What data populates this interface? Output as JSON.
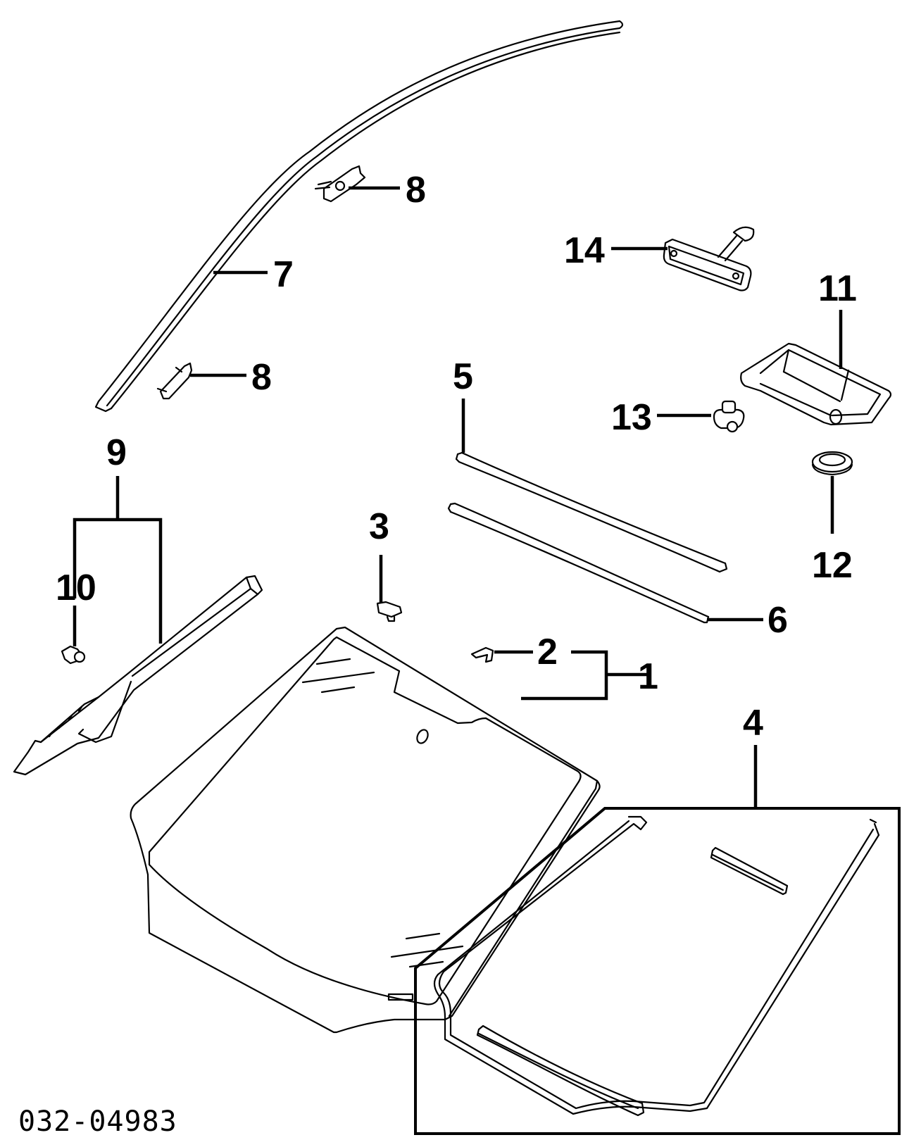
{
  "diagram": {
    "type": "exploded-parts-diagram",
    "subject": "Windshield glass and related trim",
    "reference_code": "032-04983",
    "background_color": "#ffffff",
    "line_color": "#000000",
    "callouts": [
      {
        "id": "c1",
        "label": "1",
        "part": "windshield-glass-assembly"
      },
      {
        "id": "c2",
        "label": "2",
        "part": "glass-clip"
      },
      {
        "id": "c3",
        "label": "3",
        "part": "mirror-base-fastener"
      },
      {
        "id": "c4",
        "label": "4",
        "part": "windshield-dam-rubber-kit"
      },
      {
        "id": "c5",
        "label": "5",
        "part": "upper-seal-strip"
      },
      {
        "id": "c6",
        "label": "6",
        "part": "lower-seal-strip"
      },
      {
        "id": "c7",
        "label": "7",
        "part": "roof-side-molding"
      },
      {
        "id": "c8a",
        "label": "8",
        "part": "molding-clip-upper"
      },
      {
        "id": "c8b",
        "label": "8",
        "part": "molding-clip-lower"
      },
      {
        "id": "c9",
        "label": "9",
        "part": "a-pillar-garnish"
      },
      {
        "id": "c10",
        "label": "10",
        "part": "garnish-clip"
      },
      {
        "id": "c11",
        "label": "11",
        "part": "sensor-cover"
      },
      {
        "id": "c12",
        "label": "12",
        "part": "grommet-ring"
      },
      {
        "id": "c13",
        "label": "13",
        "part": "sensor-connector"
      },
      {
        "id": "c14",
        "label": "14",
        "part": "rearview-mirror"
      }
    ]
  }
}
